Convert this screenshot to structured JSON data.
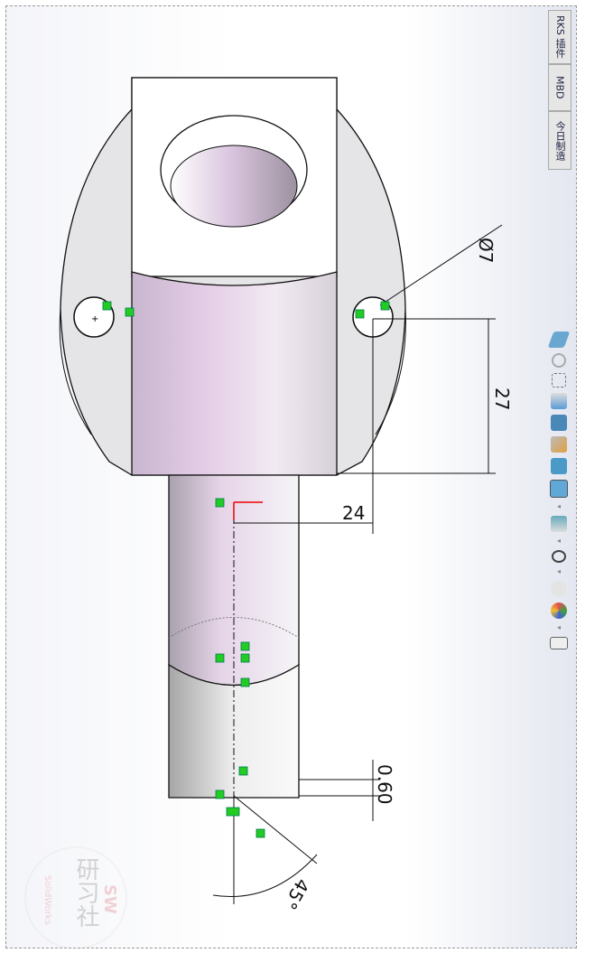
{
  "side_tabs": [
    {
      "label": "RKS 插件"
    },
    {
      "label": "MBD"
    },
    {
      "label": "今日制造"
    }
  ],
  "toolbar": [
    {
      "icon": "view-orientation-icon",
      "color": "#6aa7d0"
    },
    {
      "icon": "zoom-to-fit-icon",
      "color": "#bbbbbb"
    },
    {
      "icon": "zoom-area-icon",
      "color": "#bbbbbb"
    },
    {
      "icon": "previous-view-icon",
      "color": "#5b9bd5"
    },
    {
      "icon": "section-view-icon",
      "color": "#4a88b8"
    },
    {
      "icon": "dynamic-annotation-icon",
      "color": "#e0a040"
    },
    {
      "icon": "view-orientation-cube-icon",
      "color": "#4a9ac8"
    },
    {
      "icon": "display-style-icon",
      "color": "#5fa8d8"
    },
    {
      "icon": "hide-show-items-icon",
      "color": "#8899aa"
    },
    {
      "icon": "edit-appearance-icon",
      "color": "#444444"
    },
    {
      "icon": "apply-scene-icon",
      "color": "#dddddd"
    },
    {
      "icon": "view-settings-icon",
      "color": "#e05050"
    },
    {
      "icon": "monitor-icon",
      "color": "#cccccc"
    }
  ],
  "dimensions": {
    "hole_diameter": "Ø7",
    "vertical": "27",
    "horizontal": "24",
    "chamfer_distance": "0.60",
    "chamfer_angle": "45°"
  },
  "watermark": {
    "main": "研习社",
    "sw": "SW",
    "brand": "SolidWorks"
  },
  "colors": {
    "relation_marker": "#22cc22",
    "part_tint": "#d9c0dc",
    "origin_arrow": "#ee0000"
  }
}
